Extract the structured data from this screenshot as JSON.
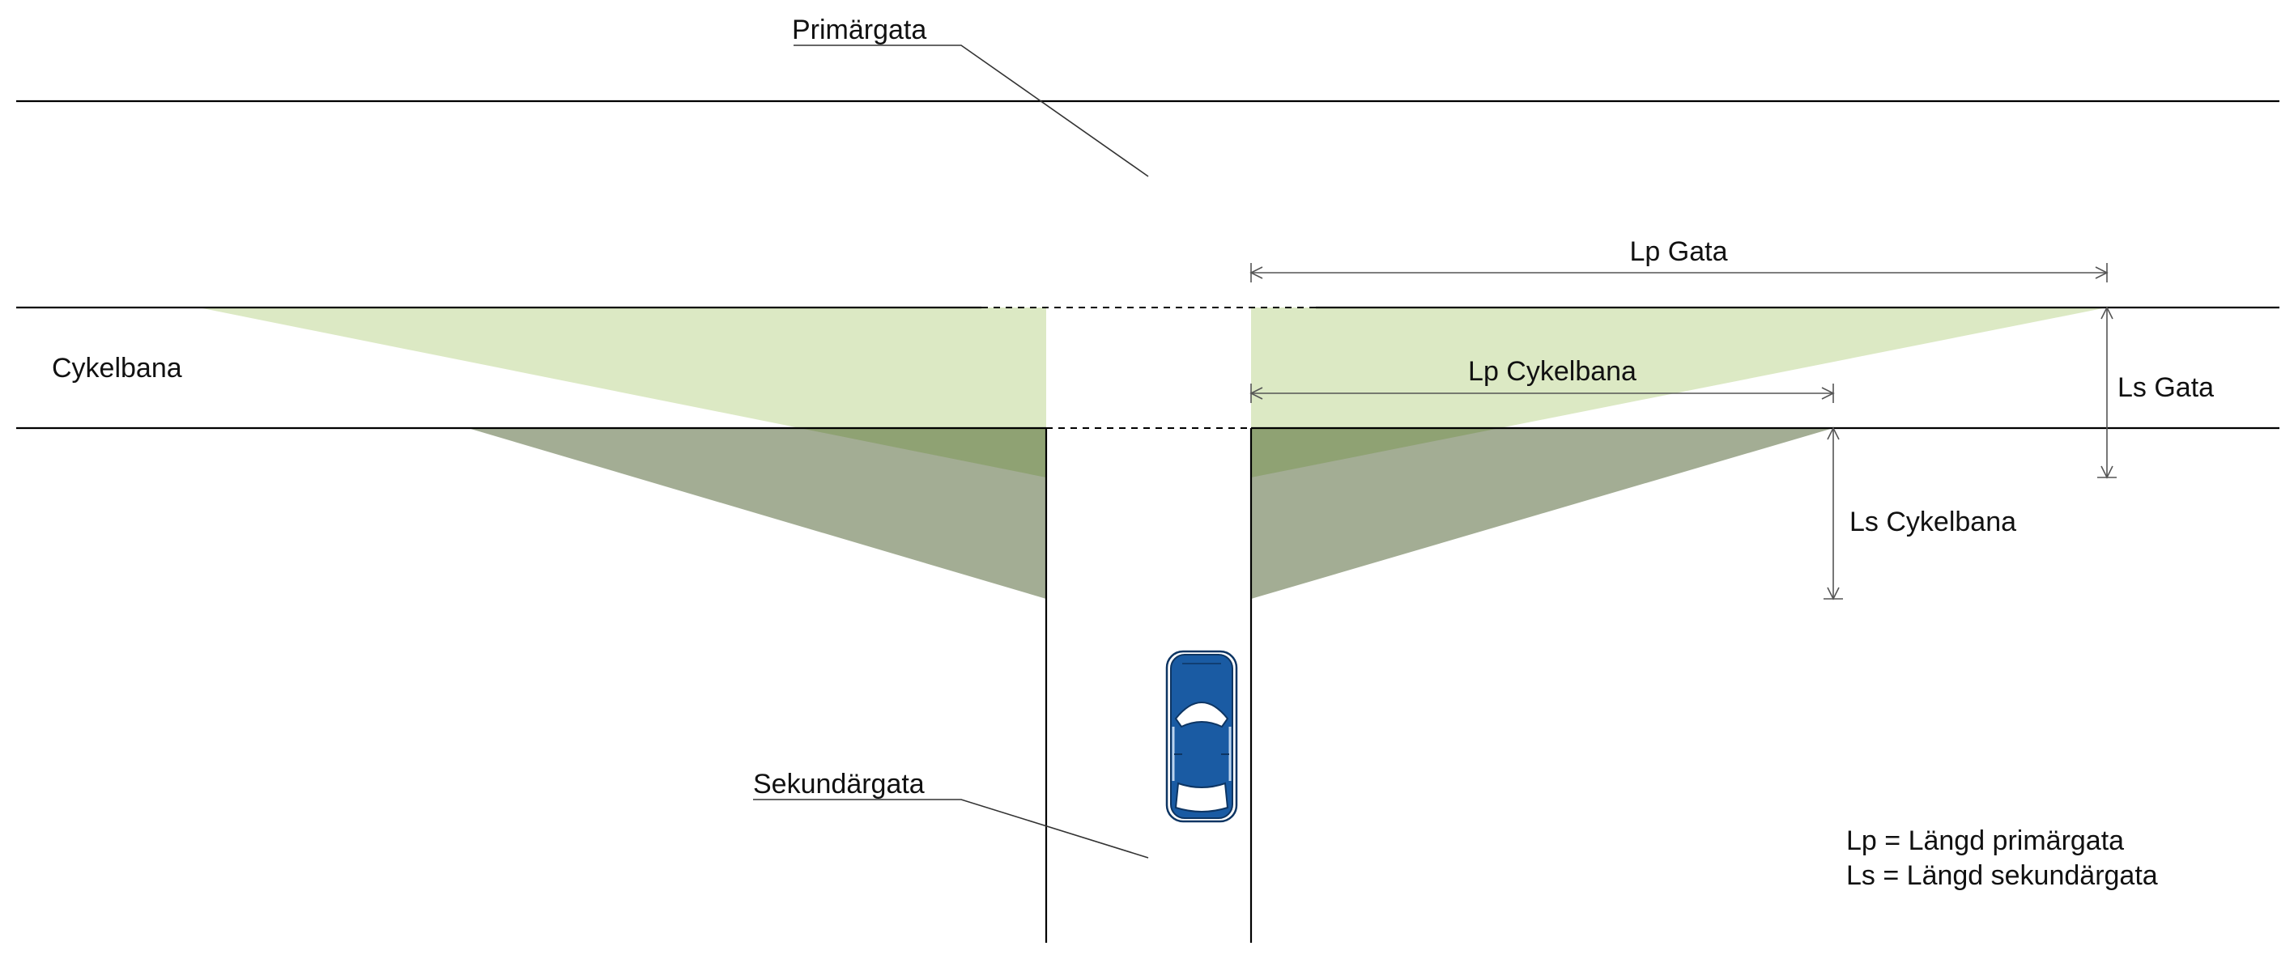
{
  "labels": {
    "primary_street": "Primärgata",
    "secondary_street": "Sekundärgata",
    "cycle_path": "Cykelbana",
    "lp_street": "Lp Gata",
    "lp_cycle": "Lp Cykelbana",
    "ls_street": "Ls Gata",
    "ls_cycle": "Ls Cykelbana"
  },
  "legend": {
    "line1": "Lp = Längd primärgata",
    "line2": "Ls = Längd sekundärgata"
  },
  "colors": {
    "street_sight_area": "#dce9c4",
    "cycle_sight_area": "#a3ad94",
    "overlap_area": "#8fa273",
    "car_body": "#1a5ba3",
    "line": "#000000",
    "dimension_line": "#555555"
  }
}
